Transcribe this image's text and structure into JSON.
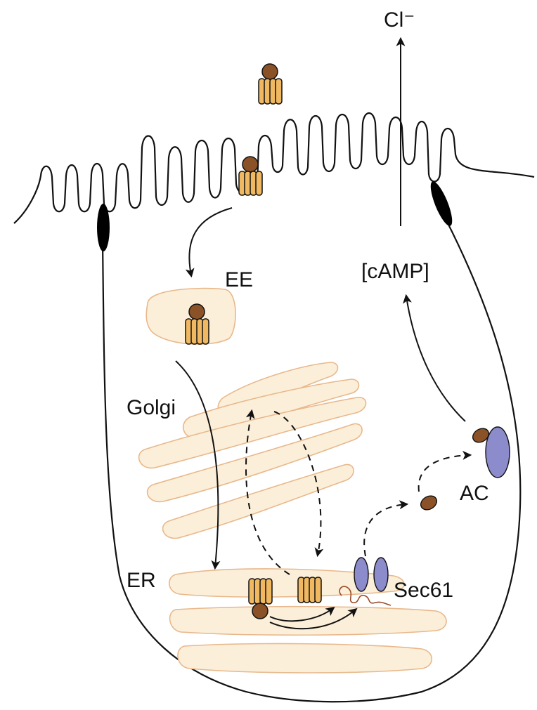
{
  "labels": {
    "cl": "Cl⁻",
    "camp": "[cAMP]",
    "ee": "EE",
    "golgi": "Golgi",
    "er": "ER",
    "sec61": "Sec61",
    "ac": "AC"
  },
  "colors": {
    "organelle_fill": "#fcefd9",
    "organelle_stroke": "#e8b88c",
    "toxin_b_subunit": "#f0b860",
    "toxin_a_subunit": "#8a5226",
    "sec61_and_ac": "#8c8ccc",
    "tight_junction": "#000000",
    "line": "#111111"
  }
}
